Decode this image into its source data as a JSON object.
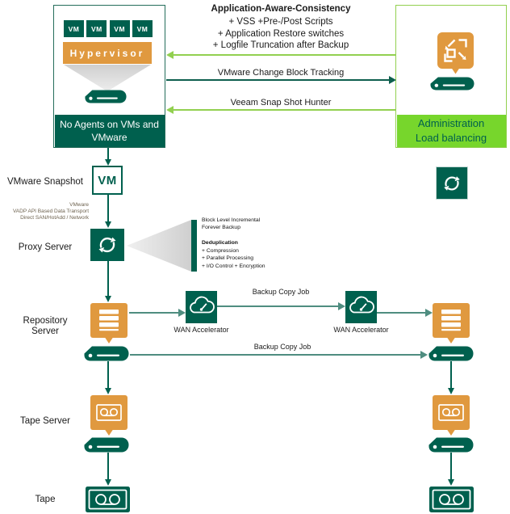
{
  "colors": {
    "dark_teal": "#00604E",
    "orange": "#E0993F",
    "light_green_arrow": "#92D050",
    "bright_green_label": "#77D62C",
    "muted_teal_arrow": "#4F8D80",
    "triangle_gray": "#DCDCDC"
  },
  "hypervisor_group": {
    "vm_chips": [
      "VM",
      "VM",
      "VM",
      "VM"
    ],
    "bar_label": "Hypervisor",
    "caption": "No Agents on VMs and\nVMware"
  },
  "admin_group": {
    "caption": "Administration\nLoad balancing"
  },
  "annotations": {
    "aac_title": "Application-Aware-Consistency",
    "aac_lines": "+ VSS +Pre-/Post Scripts\n+ Application Restore switches\n+ Logfile Truncation after Backup",
    "cbt": "VMware Change Block Tracking",
    "snapshot_hunter": "Veeam Snap Shot Hunter",
    "transport": "VMware\nVADP API Based Data Transport\nDirect SAN/HotAdd / Network",
    "callout_top": "Block Level Incremental\nForever Backup",
    "callout_heading": "Deduplication",
    "callout_items": "+ Compression\n+ Parallel Processing\n+ I/O Control + Encryption",
    "backup_copy_top": "Backup Copy Job",
    "backup_copy_bottom": "Backup Copy Job"
  },
  "labels": {
    "vmware_snapshot": "VMware Snapshot",
    "vm_box": "VM",
    "proxy": "Proxy Server",
    "repository": "Repository\nServer",
    "wan1": "WAN Accelerator",
    "wan2": "WAN Accelerator",
    "tape_server": "Tape Server",
    "tape": "Tape"
  }
}
